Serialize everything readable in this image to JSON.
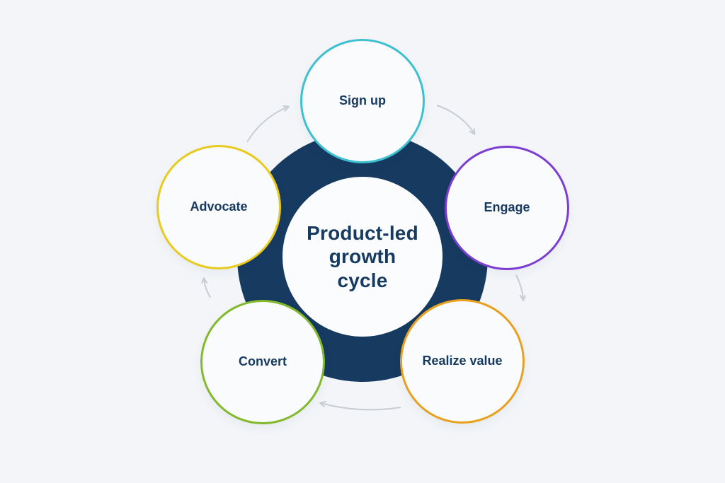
{
  "title": {
    "line1": "Product-led",
    "line2": "growth",
    "line3": "cycle"
  },
  "colors": {
    "background": "#f3f5f8",
    "ring": "#173a60",
    "text": "#173a60",
    "node_fill": "#fafbfc",
    "arrow": "#c8cdd3"
  },
  "nodes": [
    {
      "id": "sign-up",
      "label": "Sign up",
      "color": "#3fc0d0"
    },
    {
      "id": "engage",
      "label": "Engage",
      "color": "#7c3ed2"
    },
    {
      "id": "realize-value",
      "label": "Realize value",
      "color": "#e8a11f"
    },
    {
      "id": "convert",
      "label": "Convert",
      "color": "#83b92d"
    },
    {
      "id": "advocate",
      "label": "Advocate",
      "color": "#e9ca1e"
    }
  ],
  "cycle_order": [
    "Sign up",
    "Engage",
    "Realize value",
    "Convert",
    "Advocate"
  ]
}
